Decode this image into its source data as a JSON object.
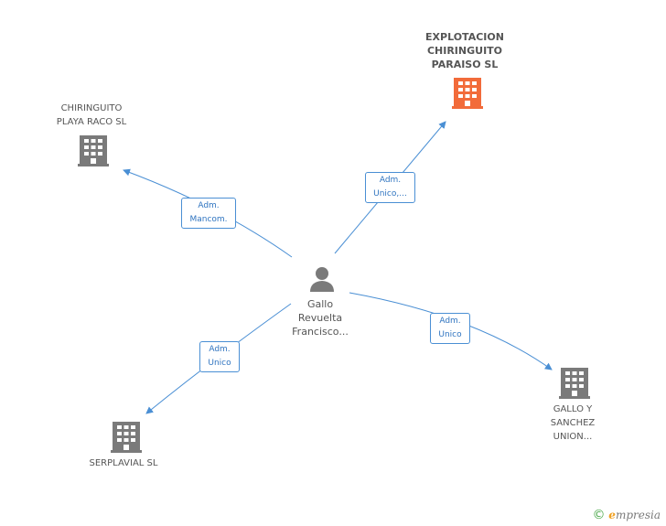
{
  "colors": {
    "edge": "#4a8fd4",
    "company": "#7a7a7a",
    "company_highlight": "#f26b3a",
    "person": "#7a7a7a"
  },
  "center": {
    "icon": "person-icon",
    "label_lines": [
      "Gallo",
      "Revuelta",
      "Francisco..."
    ]
  },
  "companies": [
    {
      "id": "explotacion",
      "label_lines": [
        "EXPLOTACION",
        "CHIRINGUITO",
        "PARAISO SL"
      ],
      "highlight": true,
      "icon": "building-icon"
    },
    {
      "id": "chiringuito-playa",
      "label_lines": [
        "CHIRINGUITO",
        "PLAYA RACO SL"
      ],
      "highlight": false,
      "icon": "building-icon"
    },
    {
      "id": "gallo-sanchez",
      "label_lines": [
        "GALLO Y",
        "SANCHEZ",
        "UNION..."
      ],
      "highlight": false,
      "icon": "building-icon"
    },
    {
      "id": "serplavial",
      "label_lines": [
        "SERPLAVIAL SL"
      ],
      "highlight": false,
      "icon": "building-icon"
    }
  ],
  "edges": [
    {
      "to": "explotacion",
      "label_lines": [
        "Adm.",
        "Unico,..."
      ]
    },
    {
      "to": "chiringuito-playa",
      "label_lines": [
        "Adm.",
        "Mancom."
      ]
    },
    {
      "to": "gallo-sanchez",
      "label_lines": [
        "Adm.",
        "Unico"
      ]
    },
    {
      "to": "serplavial",
      "label_lines": [
        "Adm.",
        "Unico"
      ]
    }
  ],
  "brand": {
    "copyright": "©",
    "initial": "e",
    "rest": "mpresia"
  }
}
